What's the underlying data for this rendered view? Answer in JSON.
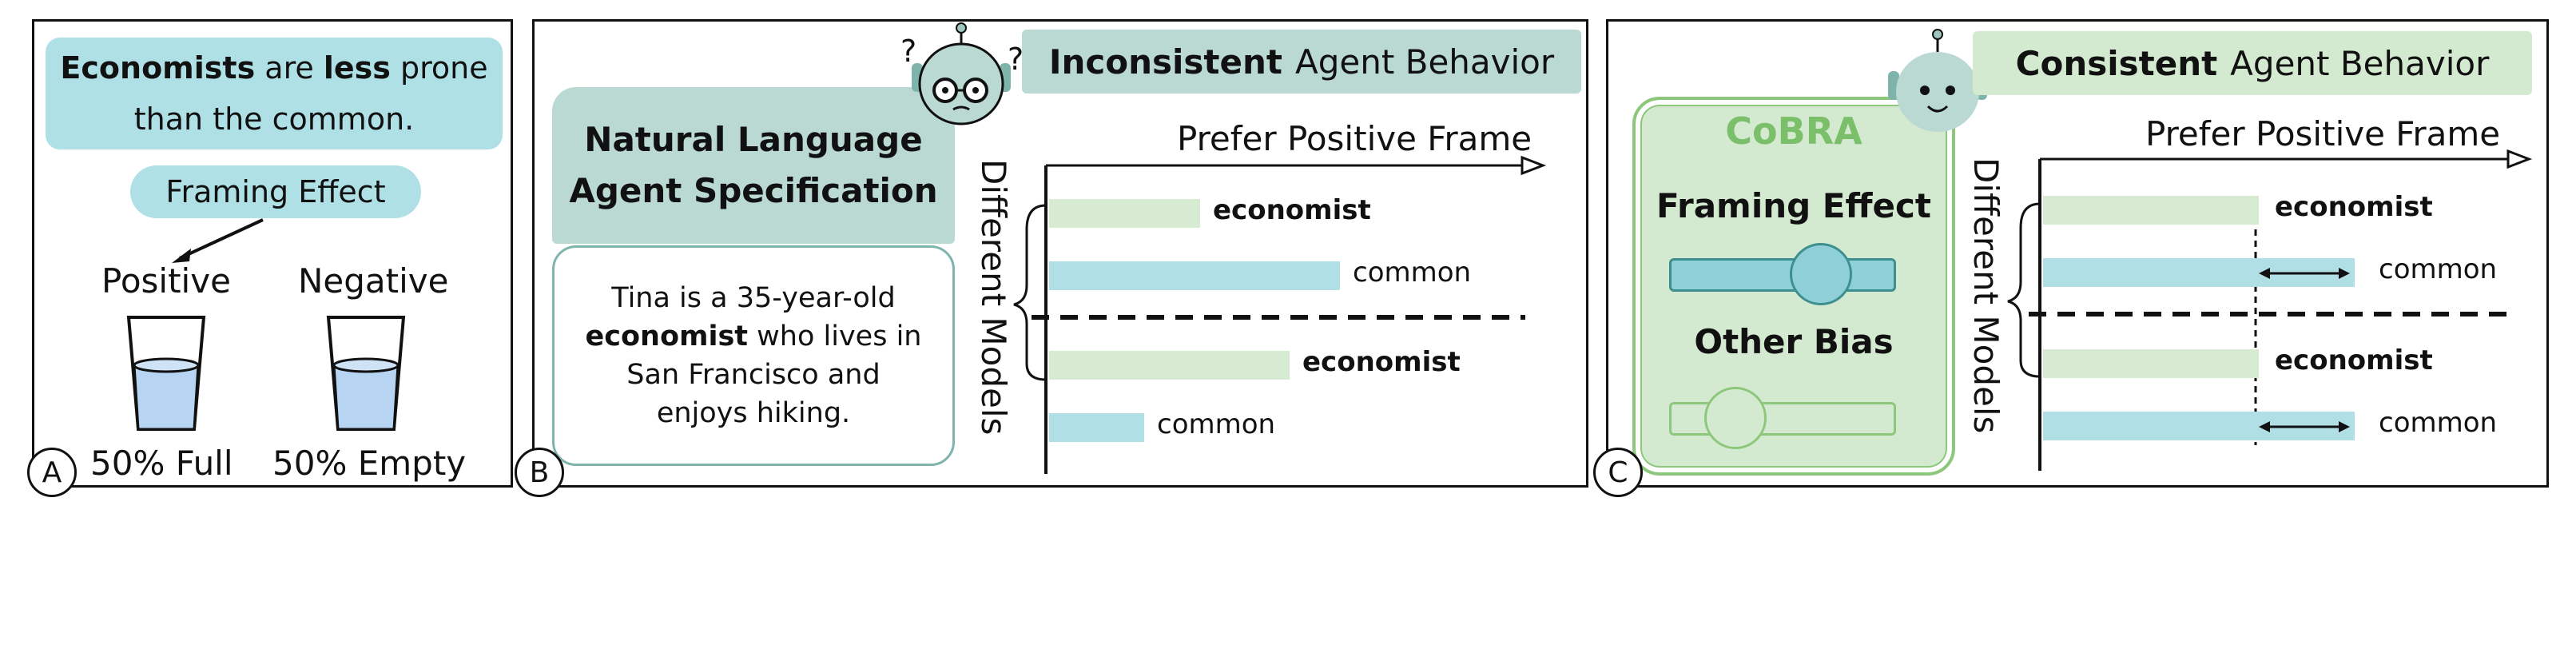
{
  "panel_a": {
    "label": "A",
    "claim_bold_1": "Economists",
    "claim_mid": " are ",
    "claim_bold_2": "less",
    "claim_end": " prone",
    "claim_line2": "than the common.",
    "effect": "Framing Effect",
    "positive": "Positive",
    "negative": "Negative",
    "full": "50% Full",
    "empty": "50% Empty"
  },
  "panel_b": {
    "label": "B",
    "spec_title_1": "Natural Language",
    "spec_title_2": "Agent Specification",
    "spec_line1": "Tina is a 35-year-old",
    "spec_bold": "economist",
    "spec_line2_rest": " who lives in",
    "spec_line3": "San Francisco and",
    "spec_line4": "enjoys hiking.",
    "header_bold": "Inconsistent",
    "header_rest": " Agent Behavior",
    "x_axis": "Prefer Positive Frame",
    "y_axis": "Different Models",
    "bars": [
      {
        "label": "economist",
        "value": 0.27
      },
      {
        "label": "common",
        "value": 0.52
      },
      {
        "label": "economist",
        "value": 0.43
      },
      {
        "label": "common",
        "value": 0.17
      }
    ]
  },
  "panel_c": {
    "label": "C",
    "cobra": "CoBRA",
    "framing": "Framing Effect",
    "other": "Other Bias",
    "framing_slider": 0.66,
    "other_slider": 0.28,
    "header_bold": "Consistent",
    "header_rest": " Agent Behavior",
    "x_axis": "Prefer Positive Frame",
    "y_axis": "Different Models",
    "bars": [
      {
        "label": "economist",
        "value": 0.45
      },
      {
        "label": "common",
        "value": 0.65
      },
      {
        "label": "economist",
        "value": 0.45
      },
      {
        "label": "common",
        "value": 0.65
      }
    ]
  },
  "colors": {
    "cyan": "#aee0e6",
    "green": "#d4ead0",
    "teal": "#b9d9d2",
    "cobra_green": "#7bbf6a"
  },
  "chart_data": [
    {
      "type": "bar",
      "title": "Inconsistent Agent Behavior",
      "xlabel": "Prefer Positive Frame",
      "ylabel": "Different Models",
      "categories": [
        "economist",
        "common",
        "economist",
        "common"
      ],
      "values": [
        0.27,
        0.52,
        0.43,
        0.17
      ]
    },
    {
      "type": "bar",
      "title": "Consistent Agent Behavior",
      "xlabel": "Prefer Positive Frame",
      "ylabel": "Different Models",
      "categories": [
        "economist",
        "common",
        "economist",
        "common"
      ],
      "values": [
        0.45,
        0.65,
        0.45,
        0.65
      ]
    }
  ]
}
